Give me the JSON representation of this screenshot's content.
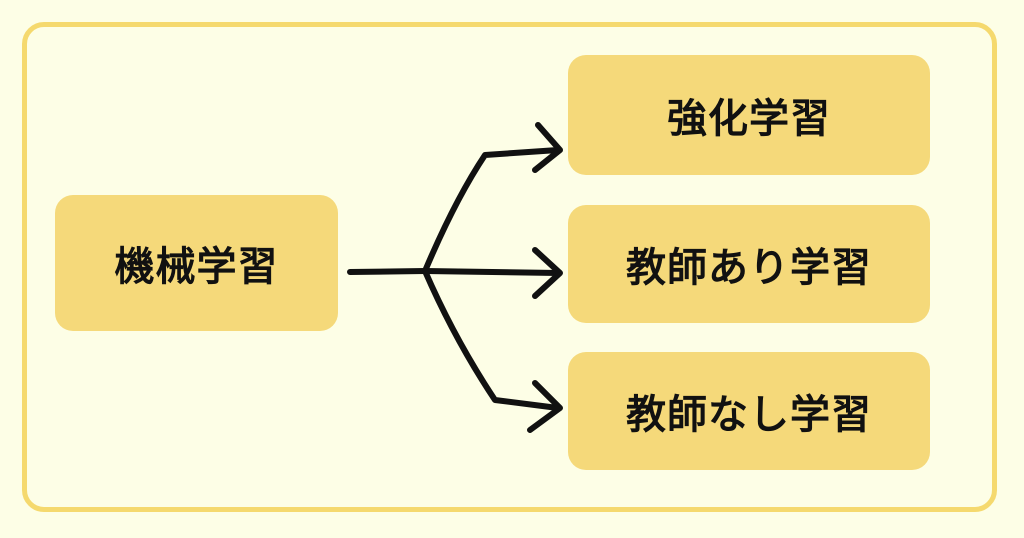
{
  "root": {
    "label": "機械学習"
  },
  "children": [
    {
      "label": "強化学習"
    },
    {
      "label": "教師あり学習"
    },
    {
      "label": "教師なし学習"
    }
  ],
  "colors": {
    "background": "#fdfee6",
    "frame": "#f5d96e",
    "box": "#f5d97a",
    "arrow": "#111111"
  }
}
